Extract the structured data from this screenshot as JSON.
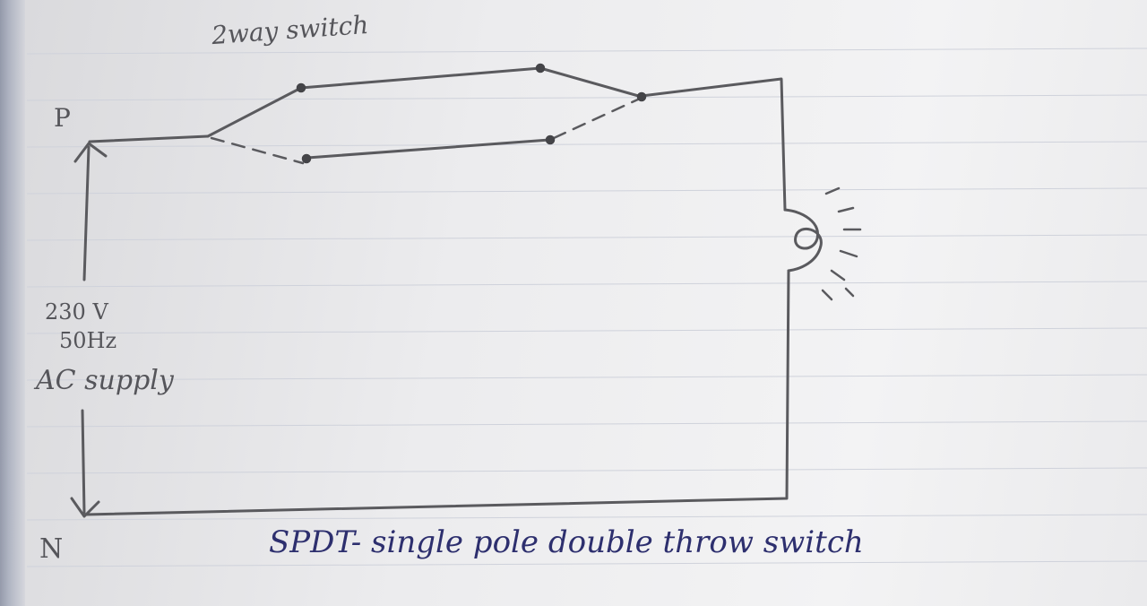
{
  "diagram": {
    "switch_label": "2way switch",
    "phase_label": "P",
    "neutral_label": "N",
    "voltage_label": "230 V",
    "frequency_label": "50Hz",
    "supply_label": "AC supply",
    "caption": "SPDT- single pole double throw switch"
  },
  "colors": {
    "pencil": "#5a5a5e",
    "ink": "#2d2f6e",
    "paper": "#ececee"
  }
}
